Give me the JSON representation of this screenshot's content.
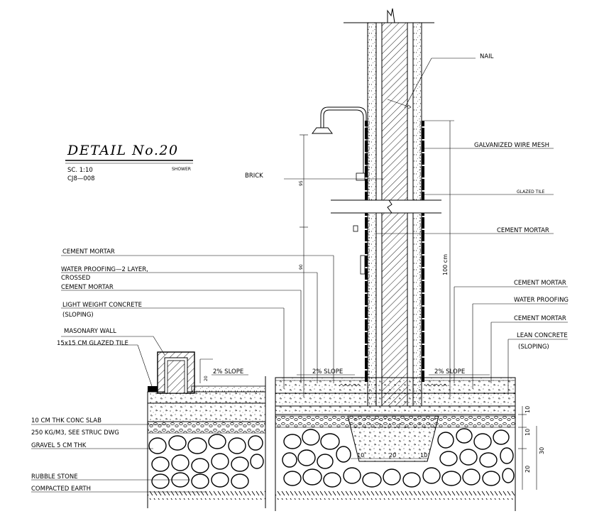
{
  "title": {
    "detail": "DETAIL  No.20",
    "scale": "SC. 1:10",
    "code": "CJ8—008",
    "subject": "SHOWER"
  },
  "labels": {
    "nail": "NAIL",
    "galvanized_wire_mesh": "GALVANIZED WIRE MESH",
    "brick": "BRICK",
    "glazed_tile_top": "GLAZED TILE",
    "cement_mortar_right_1": "CEMENT MORTAR",
    "cement_mortar_left_1": "CEMENT MORTAR",
    "water_proofing_left_line1": "WATER PROOFING—2 LAYER,",
    "water_proofing_left_line2": "CROSSED",
    "cement_mortar_left_2": "CEMENT MORTAR",
    "light_weight_concrete_line1": "LIGHT WEIGHT CONCRETE",
    "light_weight_concrete_line2": "(SLOPING)",
    "masonary_wall": "MASONARY WALL",
    "glazed_tile_15": "15x15 CM GLAZED TILE",
    "cement_mortar_right_2": "CEMENT MORTAR",
    "water_proofing_right": "WATER PROOFING",
    "cement_mortar_right_3": "CEMENT MORTAR",
    "lean_concrete_line1": "LEAN CONCRETE",
    "lean_concrete_line2": "(SLOPING)",
    "conc_slab": "10 CM THK CONC SLAB",
    "kg_m3": "250 KG/M3, SEE STRUC DWG",
    "gravel": "GRAVEL 5 CM THK",
    "rubble": "RUBBLE STONE",
    "compacted_earth": "COMPACTED EARTH"
  },
  "slopes": {
    "left": "2% SLOPE",
    "middle": "2% SLOPE",
    "right": "2% SLOPE"
  },
  "dimensions": {
    "height_100": "100 cm",
    "d95": "95",
    "d90": "90",
    "d20_kerb": "20",
    "d10_top": "10",
    "d10_mid": "10",
    "d20_bottom": "20",
    "d30": "30",
    "f10_left": "10",
    "f20_mid": "20",
    "f10_right": "10"
  }
}
